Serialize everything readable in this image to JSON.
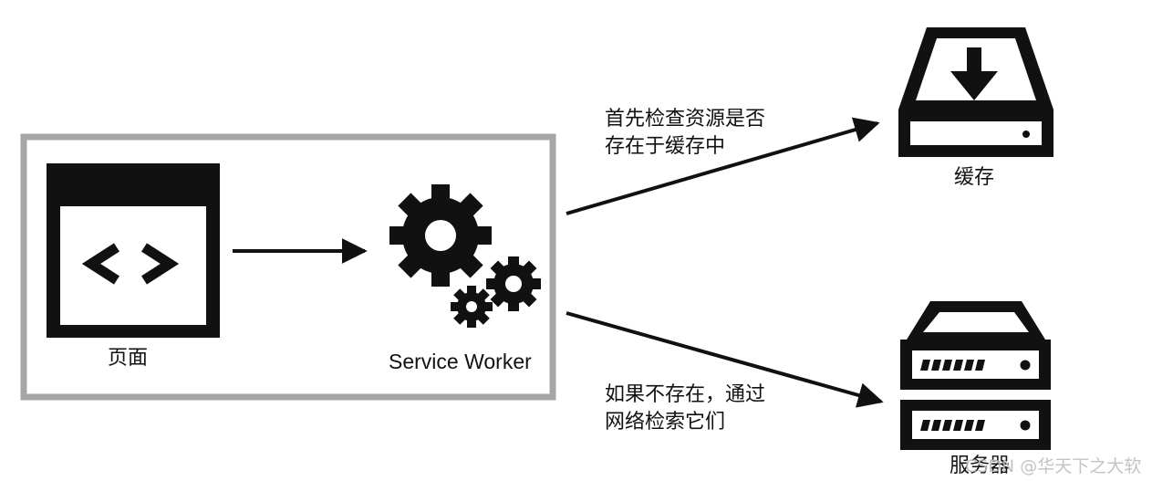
{
  "labels": {
    "page": "页面",
    "service_worker": "Service Worker",
    "cache": "缓存",
    "server": "服务器",
    "cache_check_line1": "首先检查资源是否",
    "cache_check_line2": "存在于缓存中",
    "fallback_line1": "如果不存在，通过",
    "fallback_line2": "网络检索它们",
    "watermark": "CSDN @华天下之大软"
  },
  "icons": {
    "page": "browser-code-icon",
    "service_worker": "gears-icon",
    "cache": "download-drive-icon",
    "server": "server-rack-icon"
  },
  "colors": {
    "frame": "#a6a6a6",
    "ink": "#111111",
    "watermark": "#bdbdbd"
  }
}
